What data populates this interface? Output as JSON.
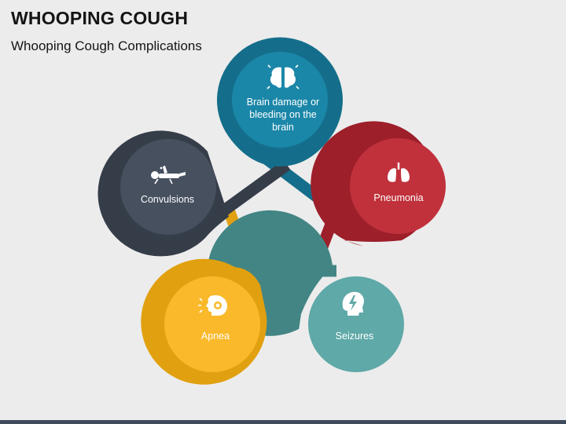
{
  "header": {
    "title": "WHOOPING COUGH",
    "subtitle": "Whooping Cough Complications"
  },
  "nodes": {
    "brain": {
      "lines": [
        "Brain damage or",
        "bleeding on the",
        "brain"
      ],
      "icon": "brain-icon",
      "color": "#1b87a8",
      "ring_color": "#146e8b"
    },
    "pneumonia": {
      "lines": [
        "Pneumonia"
      ],
      "icon": "lungs-icon",
      "color": "#c0313b",
      "ring_color": "#9c1f2a"
    },
    "seizures": {
      "lines": [
        "Seizures"
      ],
      "icon": "lightning-head-icon",
      "color": "#5fa9a8",
      "ring_color": "#438585"
    },
    "apnea": {
      "lines": [
        "Apnea"
      ],
      "icon": "breathing-head-icon",
      "color": "#f9b92a",
      "ring_color": "#e1a00f"
    },
    "convulsions": {
      "lines": [
        "Convulsions"
      ],
      "icon": "lying-person-icon",
      "color": "#46505f",
      "ring_color": "#353d49"
    }
  }
}
